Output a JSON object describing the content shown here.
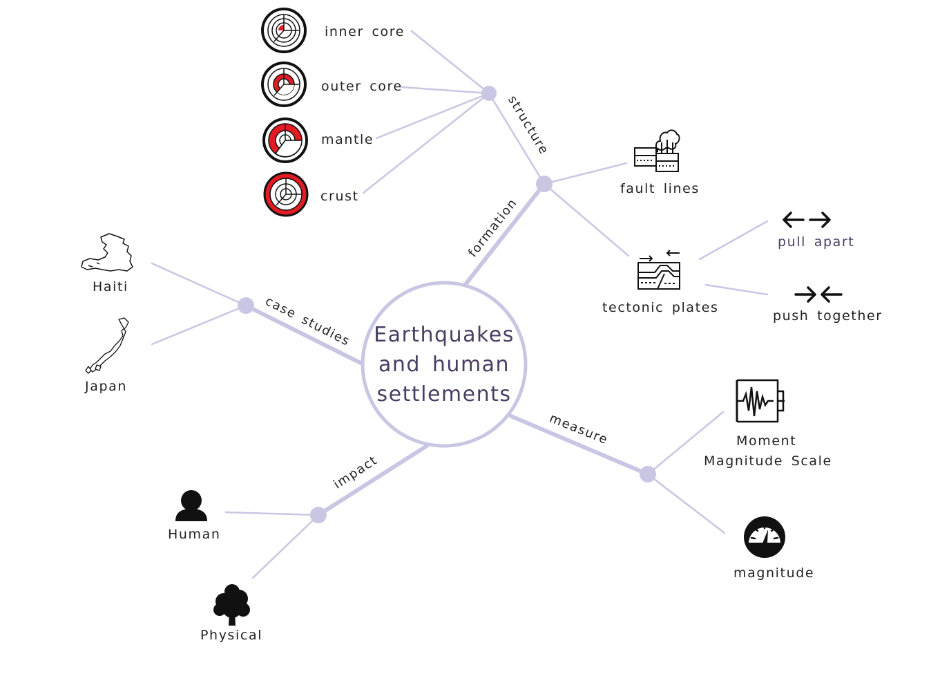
{
  "center": {
    "title_line1": "Earthquakes",
    "title_line2": "and human",
    "title_line3": "settlements"
  },
  "branches": {
    "formation": "formation",
    "structure": "structure",
    "case_studies": "case studies",
    "impact": "impact",
    "measure": "measure"
  },
  "leaves": {
    "inner_core": "inner core",
    "outer_core": "outer core",
    "mantle": "mantle",
    "crust": "crust",
    "fault_lines": "fault lines",
    "tectonic_plates": "tectonic plates",
    "pull_apart": "pull apart",
    "push_together": "push together",
    "haiti": "Haiti",
    "japan": "Japan",
    "human": "Human",
    "physical": "Physical",
    "moment_line1": "Moment",
    "moment_line2": "Magnitude Scale",
    "magnitude": "magnitude"
  },
  "colors": {
    "connector": "#c9c6e4",
    "title_text": "#4a3d63",
    "layer_red": "#e31b23",
    "text": "#222222"
  },
  "icons": {
    "inner_core": "earth-inner-core-icon",
    "outer_core": "earth-outer-core-icon",
    "mantle": "earth-mantle-icon",
    "crust": "earth-crust-icon",
    "fault_lines": "fault-lines-icon",
    "tectonic_plates": "tectonic-plates-icon",
    "pull_apart": "arrows-apart-icon",
    "push_together": "arrows-together-icon",
    "haiti": "haiti-map-icon",
    "japan": "japan-map-icon",
    "human": "person-icon",
    "physical": "tree-icon",
    "moment": "seismograph-icon",
    "magnitude": "gauge-icon"
  }
}
